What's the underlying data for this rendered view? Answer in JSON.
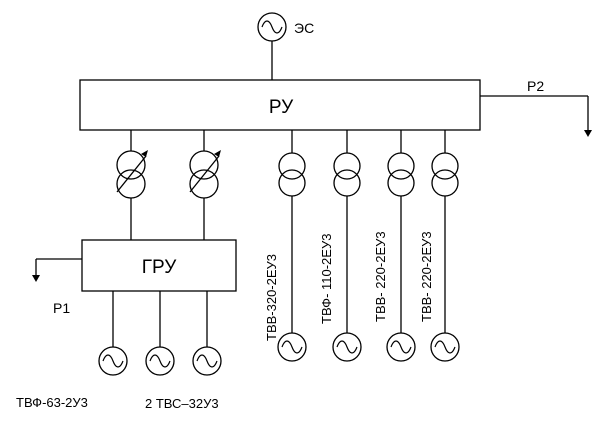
{
  "power_system": {
    "label": "ЭС"
  },
  "main_switchgear": {
    "label": "РУ"
  },
  "generator_switchgear": {
    "label": "ГРУ"
  },
  "load_p2": {
    "label": "Р2"
  },
  "load_p1": {
    "label": "Р1"
  },
  "unit_generators": [
    {
      "label": "ТВВ-320-2ЕУ3"
    },
    {
      "label": "ТВФ- 110-2ЕУ3"
    },
    {
      "label": "ТВВ- 220-2ЕУ3"
    },
    {
      "label": "ТВВ- 220-2ЕУ3"
    }
  ],
  "gru_generators": {
    "label_left": "ТВФ-63-2У3",
    "label_right": "2 ТВС–32У3"
  }
}
